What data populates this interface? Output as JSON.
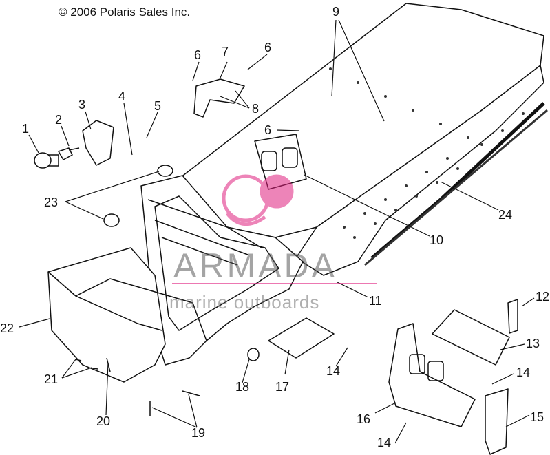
{
  "copyright": "© 2006 Polaris Sales Inc.",
  "watermark": {
    "brand": "ARMADA",
    "tagline": "marine outboards",
    "accent_color": "#e0207f"
  },
  "callouts": {
    "c1": "1",
    "c2": "2",
    "c3": "3",
    "c4": "4",
    "c5": "5",
    "c6a": "6",
    "c6b": "6",
    "c6c": "6",
    "c7": "7",
    "c8": "8",
    "c9": "9",
    "c10": "10",
    "c11": "11",
    "c12": "12",
    "c13": "13",
    "c14a": "14",
    "c14b": "14",
    "c14c": "14",
    "c15": "15",
    "c16": "16",
    "c17": "17",
    "c18": "18",
    "c19": "19",
    "c20": "20",
    "c21": "21",
    "c22": "22",
    "c23": "23",
    "c24": "24"
  },
  "colors": {
    "line": "#111111",
    "hatch": "#555555",
    "paper": "#ffffff"
  }
}
